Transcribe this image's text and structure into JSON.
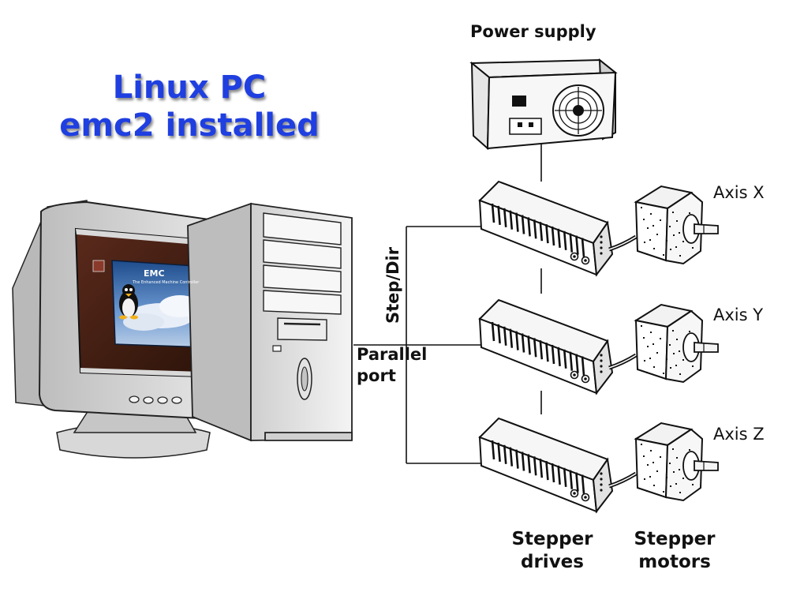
{
  "title": {
    "line1": "Linux PC",
    "line2": "emc2 installed"
  },
  "labels": {
    "power_supply": "Power supply",
    "step_dir": "Step/Dir",
    "parallel": "Parallel",
    "port": "port",
    "stepper_drives_1": "Stepper",
    "stepper_drives_2": "drives",
    "stepper_motors_1": "Stepper",
    "stepper_motors_2": "motors"
  },
  "axes": [
    "Axis X",
    "Axis Y",
    "Axis Z"
  ],
  "screen": {
    "logo": "EMC",
    "subtitle": "The Enhanced Machine Controller"
  },
  "colors": {
    "title": "#1f3fe0",
    "wire": "#111111"
  }
}
